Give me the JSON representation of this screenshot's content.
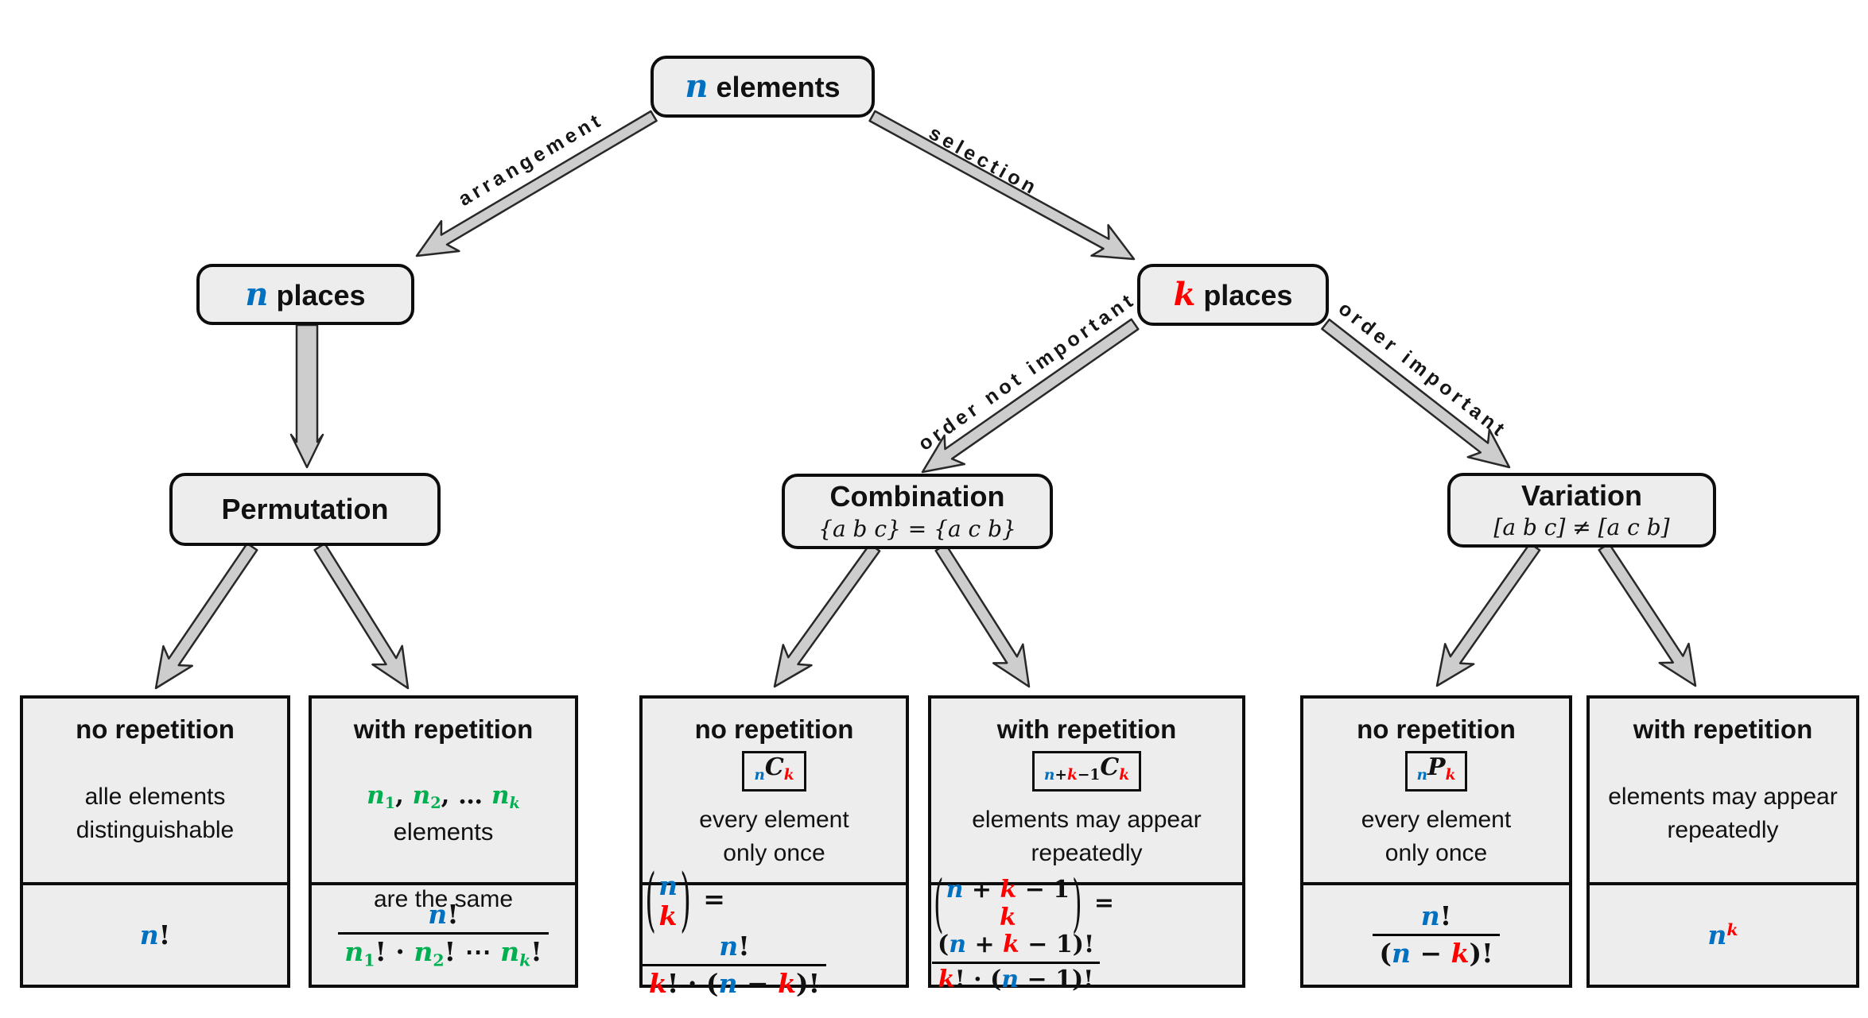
{
  "colors": {
    "blue": "#0070C0",
    "red": "#FF0000",
    "green": "#00B050",
    "black": "#000000"
  },
  "nodes": {
    "root": {
      "math": [
        {
          "t": "n",
          "c": "blue"
        }
      ],
      "rest": " elements"
    },
    "n_places": {
      "math": [
        {
          "t": "n",
          "c": "blue"
        }
      ],
      "rest": " places"
    },
    "k_places": {
      "math": [
        {
          "t": "k",
          "c": "red"
        }
      ],
      "rest": " places"
    },
    "permutation": {
      "title": "Permutation"
    },
    "combination": {
      "title": "Combination",
      "subtitle": "{a b c} = {a c b}"
    },
    "variation": {
      "title": "Variation",
      "subtitle": "[a b c] ≠ [a c b]"
    }
  },
  "edges": {
    "arrangement": "arrangement",
    "selection": "selection",
    "order_not_important": "order not important",
    "order_important": "order important"
  },
  "leaves": [
    {
      "title": "no repetition",
      "desc": "alle elements\ndistinguishable",
      "formula": {
        "type": "inline",
        "tokens": [
          {
            "t": "n",
            "c": "blue"
          },
          {
            "t": "!",
            "u": 1
          }
        ]
      }
    },
    {
      "title": "with repetition",
      "desc_math": [
        {
          "t": "n",
          "c": "green"
        },
        {
          "t": "1",
          "c": "green",
          "v": "sub",
          "u": 1
        },
        {
          "t": ", ",
          "u": 1
        },
        {
          "t": "n",
          "c": "green"
        },
        {
          "t": "2",
          "c": "green",
          "v": "sub",
          "u": 1
        },
        {
          "t": ", … ",
          "u": 1
        },
        {
          "t": "n",
          "c": "green"
        },
        {
          "t": "k",
          "c": "green",
          "v": "sub"
        },
        {
          "t": " elements",
          "f": "s"
        }
      ],
      "desc2": "are the same",
      "formula": {
        "type": "frac",
        "num": [
          {
            "t": "n",
            "c": "blue"
          },
          {
            "t": "!",
            "u": 1
          }
        ],
        "den": [
          {
            "t": "n",
            "c": "green"
          },
          {
            "t": "1",
            "c": "green",
            "v": "sub",
            "u": 1
          },
          {
            "t": "! · ",
            "u": 1
          },
          {
            "t": "n",
            "c": "green"
          },
          {
            "t": "2",
            "c": "green",
            "v": "sub",
            "u": 1
          },
          {
            "t": "! ⋯ ",
            "u": 1
          },
          {
            "t": "n",
            "c": "green"
          },
          {
            "t": "k",
            "c": "green",
            "v": "sub"
          },
          {
            "t": "!",
            "u": 1
          }
        ]
      }
    },
    {
      "title": "no repetition",
      "badge": [
        {
          "t": "n",
          "c": "blue",
          "v": "sub"
        },
        {
          "t": "C"
        },
        {
          "t": "k",
          "c": "red",
          "v": "sub"
        }
      ],
      "desc": "every element\nonly once",
      "formula": {
        "type": "binom-frac",
        "lp": "(",
        "rp": ")",
        "eq": "=",
        "top": [
          {
            "t": "n",
            "c": "blue"
          }
        ],
        "bot": [
          {
            "t": "k",
            "c": "red"
          }
        ],
        "num": [
          {
            "t": "n",
            "c": "blue"
          },
          {
            "t": "!",
            "u": 1
          }
        ],
        "den": [
          {
            "t": "k",
            "c": "red"
          },
          {
            "t": "! · (",
            "u": 1
          },
          {
            "t": "n",
            "c": "blue"
          },
          {
            "t": " − ",
            "u": 1
          },
          {
            "t": "k",
            "c": "red"
          },
          {
            "t": ")!",
            "u": 1
          }
        ]
      }
    },
    {
      "title": "with repetition",
      "badge": [
        {
          "t": "n",
          "c": "blue",
          "v": "sub"
        },
        {
          "t": "+",
          "v": "sub",
          "u": 1
        },
        {
          "t": "k",
          "c": "red",
          "v": "sub"
        },
        {
          "t": "−1",
          "v": "sub",
          "u": 1
        },
        {
          "t": "C"
        },
        {
          "t": "k",
          "c": "red",
          "v": "sub"
        }
      ],
      "desc": "elements may appear\nrepeatedly",
      "formula": {
        "type": "binom-frac",
        "lp": "(",
        "rp": ")",
        "eq": "=",
        "top": [
          {
            "t": "n",
            "c": "blue"
          },
          {
            "t": " + ",
            "u": 1
          },
          {
            "t": "k",
            "c": "red"
          },
          {
            "t": " − 1",
            "u": 1
          }
        ],
        "bot": [
          {
            "t": "k",
            "c": "red"
          }
        ],
        "num": [
          {
            "t": "(",
            "u": 1
          },
          {
            "t": "n",
            "c": "blue"
          },
          {
            "t": " + ",
            "u": 1
          },
          {
            "t": "k",
            "c": "red"
          },
          {
            "t": " − 1",
            "u": 1
          },
          {
            "t": ")!",
            "u": 1
          }
        ],
        "den": [
          {
            "t": "k",
            "c": "red"
          },
          {
            "t": "! · (",
            "u": 1
          },
          {
            "t": "n",
            "c": "blue"
          },
          {
            "t": " − 1",
            "u": 1
          },
          {
            "t": ")!",
            "u": 1
          }
        ]
      }
    },
    {
      "title": "no repetition",
      "badge": [
        {
          "t": "n",
          "c": "blue",
          "v": "sub"
        },
        {
          "t": "P"
        },
        {
          "t": "k",
          "c": "red",
          "v": "sub"
        }
      ],
      "desc": "every element\nonly once",
      "formula": {
        "type": "frac",
        "num": [
          {
            "t": "n",
            "c": "blue"
          },
          {
            "t": "!",
            "u": 1
          }
        ],
        "den": [
          {
            "t": "(",
            "u": 1
          },
          {
            "t": "n",
            "c": "blue"
          },
          {
            "t": " − ",
            "u": 1
          },
          {
            "t": "k",
            "c": "red"
          },
          {
            "t": ")!",
            "u": 1
          }
        ]
      }
    },
    {
      "title": "with repetition",
      "desc": "elements may appear\nrepeatedly",
      "formula": {
        "type": "inline",
        "tokens": [
          {
            "t": "n",
            "c": "blue"
          },
          {
            "t": "k",
            "c": "red",
            "v": "sup"
          }
        ]
      }
    }
  ]
}
